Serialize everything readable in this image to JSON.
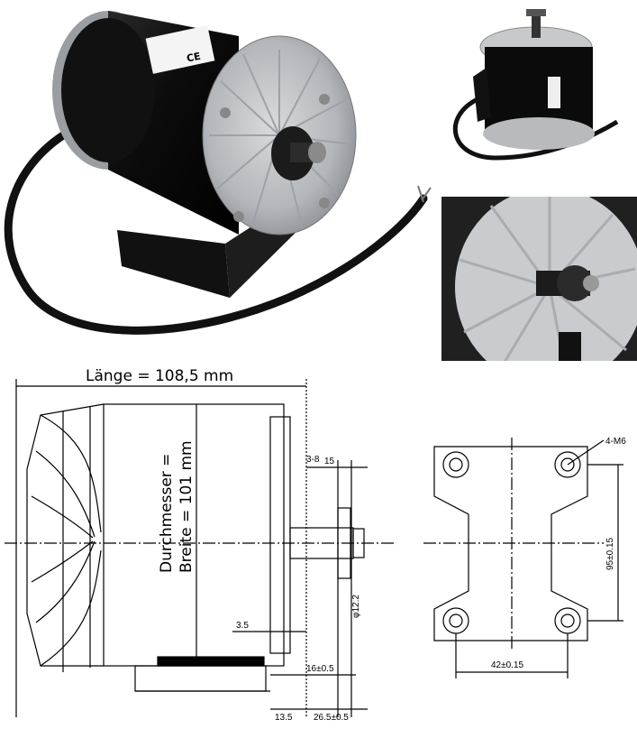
{
  "drawing": {
    "length_label": "Länge = 108,5 mm",
    "diameter_label_line1": "Durchmesser =",
    "diameter_label_line2": "Breite = 101 mm",
    "dim_3_8": "3-8",
    "dim_3_8_tol": "15",
    "dim_shaft": "φ12.2",
    "dim_3_5": "3.5",
    "dim_16": "16±0.5",
    "dim_13_5": "13.5",
    "dim_26_5": "26.5±0.5",
    "dim_holes": "4-M6",
    "dim_95": "95±0.15",
    "dim_42": "42±0.15"
  },
  "colors": {
    "motor_body": "#0d0d0d",
    "endcap": "#b9bcc0",
    "background": "#ffffff",
    "line": "#000000"
  }
}
